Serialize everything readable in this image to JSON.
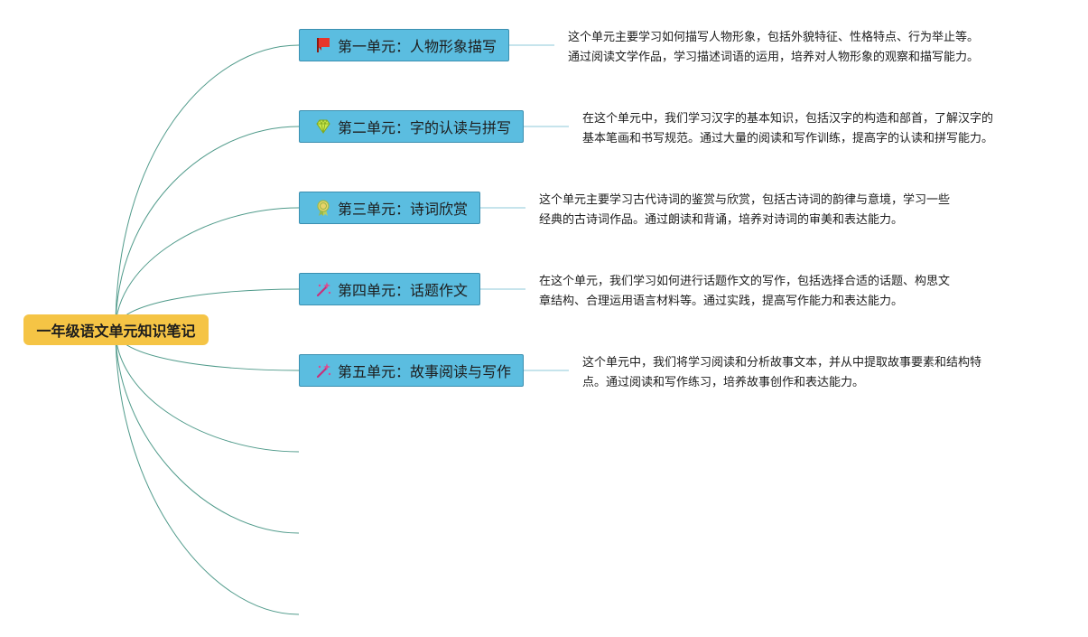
{
  "root": {
    "title": "一年级语文单元知识笔记"
  },
  "units": [
    {
      "title": "第一单元：人物形象描写",
      "icon": "red-flag-icon",
      "desc_lines": [
        "这个单元主要学习如何描写人物形象，包括外貌特征、性格特点、行为举止等。",
        "通过阅读文学作品，学习描述词语的运用，培养对人物形象的观察和描写能力。"
      ]
    },
    {
      "title": "第二单元：字的认读与拼写",
      "icon": "diamond-icon",
      "desc_lines": [
        "在这个单元中，我们学习汉字的基本知识，包括汉字的构造和部首，了解汉字的",
        "基本笔画和书写规范。通过大量的阅读和写作训练，提高字的认读和拼写能力。"
      ]
    },
    {
      "title": "第三单元：诗词欣赏",
      "icon": "medal-icon",
      "desc_lines": [
        "这个单元主要学习古代诗词的鉴赏与欣赏，包括古诗词的韵律与意境，学习一些",
        "经典的古诗词作品。通过朗读和背诵，培养对诗词的审美和表达能力。"
      ]
    },
    {
      "title": "第四单元：话题作文",
      "icon": "magic-wand-icon",
      "desc_lines": [
        "在这个单元，我们学习如何进行话题作文的写作，包括选择合适的话题、构思文",
        "章结构、合理运用语言材料等。通过实践，提高写作能力和表达能力。"
      ]
    },
    {
      "title": "第五单元：故事阅读与写作",
      "icon": "magic-wand-icon",
      "desc_lines": [
        "这个单元中，我们将学习阅读和分析故事文本，并从中提取故事要素和结构特",
        "点。通过阅读和写作练习，培养故事创作和表达能力。"
      ]
    }
  ],
  "colors": {
    "root_fill": "#f5c445",
    "unit_fill": "#5bbde0",
    "unit_border": "#3b8fb0",
    "connector": "#4f9a8a",
    "leader_line": "#8cc8d8"
  }
}
